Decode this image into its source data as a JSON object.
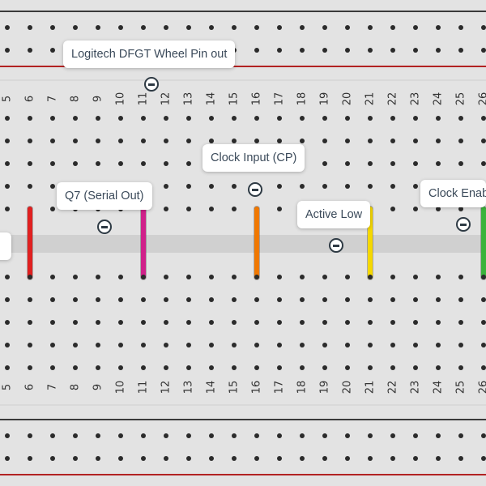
{
  "columns": {
    "labels": [
      "5",
      "6",
      "7",
      "8",
      "9",
      "10",
      "11",
      "12",
      "13",
      "14",
      "15",
      "16",
      "17",
      "18",
      "19",
      "20",
      "21",
      "22",
      "23",
      "24",
      "25",
      "26"
    ]
  },
  "colors": {
    "board": "#e3e3e3",
    "hole": "#2b2b2b",
    "rail_red": "#b22222",
    "divider": "#d0d0d0",
    "outline": "#3a3a3a"
  },
  "wires": [
    {
      "id": "wire-col6",
      "column": "6",
      "color": "#e02020"
    },
    {
      "id": "wire-col11",
      "column": "11",
      "color": "#d0218a"
    },
    {
      "id": "wire-col16",
      "column": "16",
      "color": "#f07800"
    },
    {
      "id": "wire-col21",
      "column": "21",
      "color": "#f5d800"
    },
    {
      "id": "wire-col26",
      "column": "26",
      "color": "#3bb33b"
    }
  ],
  "callouts": {
    "wheel_pinout": "Logitech DFGT Wheel Pin out",
    "clock_input": "Clock Input (CP)",
    "q7_serial": "Q7 (Serial Out)",
    "active_low": "Active Low",
    "clock_enable": "Clock Enable"
  }
}
